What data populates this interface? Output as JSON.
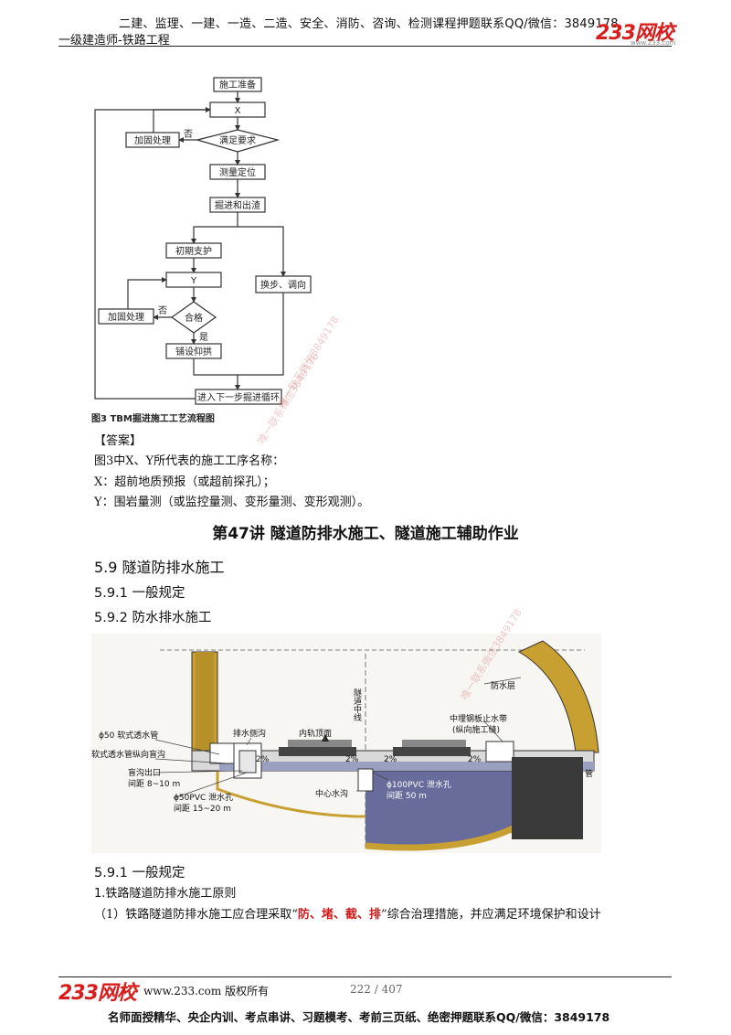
{
  "header": {
    "top_text": "二建、监理、一建、一造、二造、安全、消防、咨询、检测课程押题联系QQ/微信：3849178",
    "subtitle": "一级建造师-铁路工程",
    "logo": "233网校",
    "logo_url": "www.233.com"
  },
  "flowchart": {
    "nodes": {
      "start": "施工准备",
      "x": "X",
      "reinforce1": "加固处理",
      "no1": "否",
      "decision1": "满足要求",
      "survey": "测量定位",
      "excavate": "掘进和出渣",
      "support": "初期支护",
      "y": "Y",
      "reinforce2": "加固处理",
      "no2": "否",
      "decision2": "合格",
      "yes": "是",
      "invert": "铺设仰拱",
      "shift": "换步、调向",
      "next": "进入下一步掘进循环"
    },
    "caption": "图3    TBM掘进施工工艺流程图"
  },
  "body": {
    "answer_label": "【答案】",
    "line1": "图3中X、Y所代表的施工工序名称：",
    "line2": "X：超前地质预报（或超前探孔）；",
    "line3": "Y：围岩量测（或监控量测、变形量测、变形观测）。",
    "lecture_title": "第47讲  隧道防排水施工、隧道施工辅助作业",
    "h1": "5.9  隧道防排水施工",
    "h2": "5.9.1  一般规定",
    "h3": "5.9.2  防水排水施工"
  },
  "tunnel": {
    "labels": {
      "centerline": "隧道中线",
      "waterproof": "防水层",
      "waterstop": "中埋钢板止水带",
      "waterstop2": "(纵向施工缝)",
      "pipe50": "ϕ50 软式透水管",
      "soft_blind": "软式透水管纵向盲沟",
      "side_ditch": "排水侧沟",
      "rail_top": "内轨顶面",
      "outlet": "盲沟出口",
      "outlet_spacing": "间距 8~10 m",
      "pvc50": "ϕ50PVC 泄水孔",
      "pvc50_spacing": "间距 15~20 m",
      "center_ditch": "中心水沟",
      "pvc100": "ϕ100PVC 泄水孔",
      "pvc100_spacing": "间距 50 m",
      "slope": "2%",
      "pipe_end": "管"
    }
  },
  "section": {
    "s1": "5.9.1  一般规定",
    "s2": "1.铁路隧道防排水施工原则",
    "s3_pre": "（1）铁路隧道防排水施工应合理采取“",
    "s3_red": "防、堵、截、排",
    "s3_post": "”综合治理措施，并应满足环境保护和设计"
  },
  "footer": {
    "logo": "233网校",
    "copyright": "www.233.com 版权所有",
    "page": "222 / 407",
    "ad": "名师面授精华、央企内训、考点串讲、习题模考、考前三页纸、绝密押题联系QQ/微信：3849178"
  },
  "watermarks": {
    "w1": "唯一联系微信3849178",
    "w2": "唯一联系微信3849178",
    "w3": "唯一联系微信3849178"
  },
  "colors": {
    "brand_red": "#d81d1d",
    "emphasis_red": "#d21b1b",
    "lining": "#c8a032",
    "water": "#5f6496"
  }
}
